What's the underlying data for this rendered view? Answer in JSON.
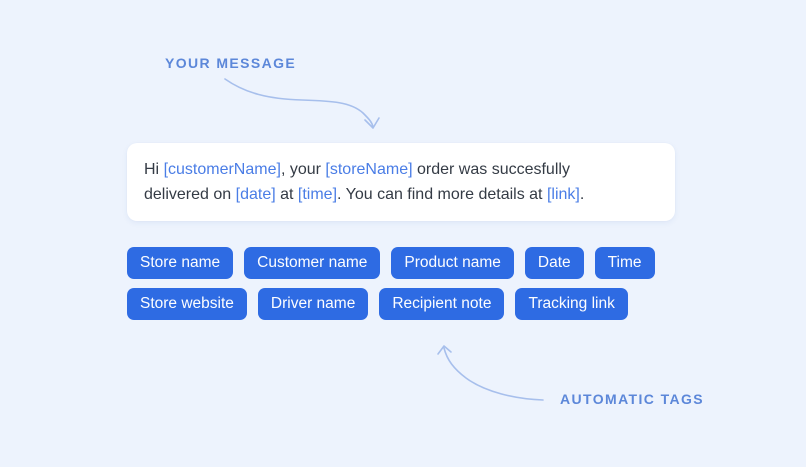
{
  "canvas": {
    "background": "#edf3fd"
  },
  "annotations": {
    "your_message": {
      "label": "YOUR MESSAGE"
    },
    "automatic_tags": {
      "label": "AUTOMATIC TAGS"
    },
    "label_color": "#5c87d9",
    "arrow_color": "#a7bfec"
  },
  "message_preview": {
    "text_color": "#343b45",
    "token_color": "#4a7de6",
    "segments": [
      {
        "type": "text",
        "text": "Hi "
      },
      {
        "type": "token",
        "text": "[customerName]"
      },
      {
        "type": "text",
        "text": ", your "
      },
      {
        "type": "token",
        "text": "[storeName]"
      },
      {
        "type": "text",
        "text": " order was succesfully\ndelivered on "
      },
      {
        "type": "token",
        "text": "[date]"
      },
      {
        "type": "text",
        "text": " at "
      },
      {
        "type": "token",
        "text": "[time]"
      },
      {
        "type": "text",
        "text": ". You can find more details at "
      },
      {
        "type": "token",
        "text": "[link]"
      },
      {
        "type": "text",
        "text": "."
      }
    ]
  },
  "tags": {
    "button_color": "#2e6be3",
    "items": [
      "Store name",
      "Customer name",
      "Product name",
      "Date",
      "Time",
      "Store website",
      "Driver name",
      "Recipient note",
      "Tracking link"
    ]
  }
}
